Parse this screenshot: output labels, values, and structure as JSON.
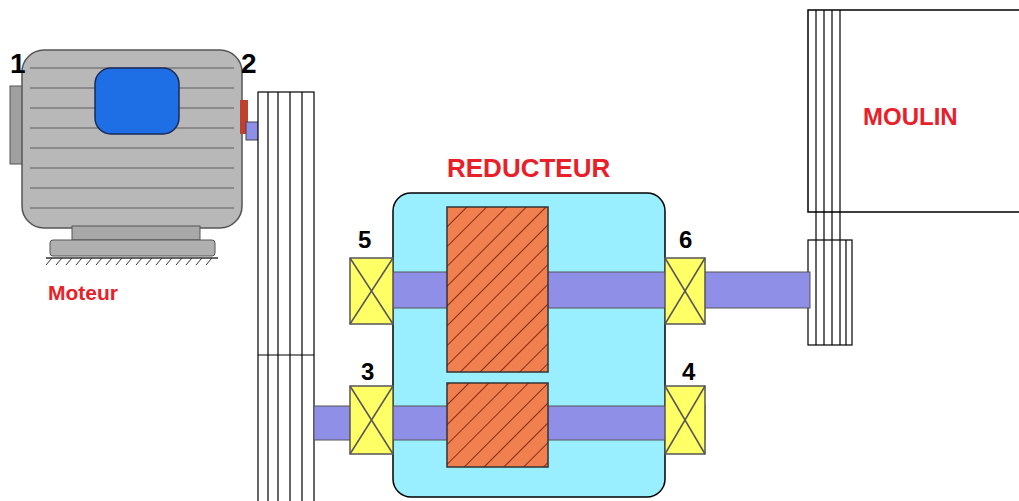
{
  "diagram": {
    "nodes": [
      {
        "text": [
          "REDUCTEUR"
        ]
      },
      {
        "text": [
          "MOULIN"
        ]
      }
    ],
    "labels": [
      "1",
      "2",
      "Moteur",
      "5",
      "6",
      "3",
      "4"
    ]
  }
}
